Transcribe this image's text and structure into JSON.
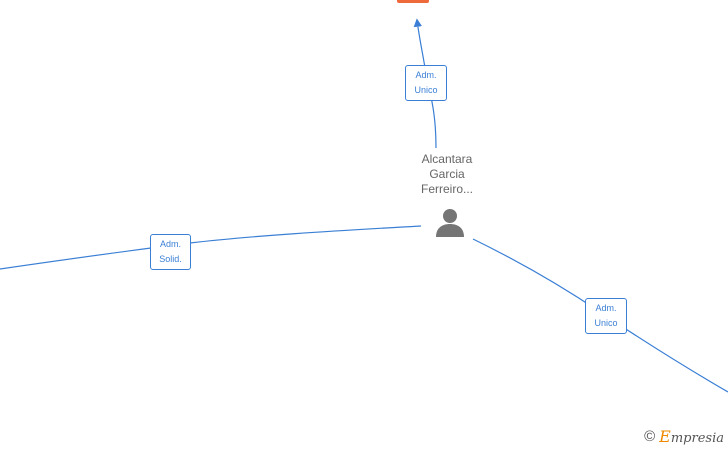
{
  "colors": {
    "edge": "#3a7fd5",
    "company_node": "#ef6a3a",
    "label_text": "#666666"
  },
  "person": {
    "name_lines": [
      "Alcantara",
      "Garcia",
      "Ferreiro..."
    ],
    "icon": "person-icon"
  },
  "roles": {
    "top": [
      "Adm.",
      "Unico"
    ],
    "left": [
      "Adm.",
      "Solid."
    ],
    "right": [
      "Adm.",
      "Unico"
    ]
  },
  "watermark": {
    "copyright": "©",
    "brand_initial": "E",
    "brand_rest": "mpresia"
  }
}
